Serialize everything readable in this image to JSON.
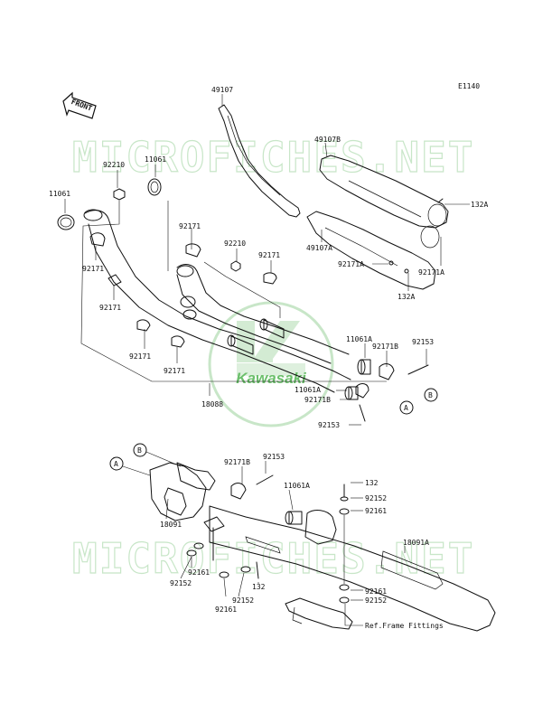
{
  "diagram_code": "E1140",
  "watermark": {
    "top": "MICROFICHES.NET",
    "bottom": "MICROFICHES.NET",
    "logo_text": "Kawasaki",
    "color": "#c8e6c8",
    "logo_color": "#6bbf6b"
  },
  "front_marker": "FRONT",
  "labels": {
    "p49107": "49107",
    "p49107B": "49107B",
    "p132A_1": "132A",
    "p49107A": "49107A",
    "p92171A_1": "92171A",
    "p92171A_2": "92171A",
    "p132A_2": "132A",
    "p92210_1": "92210",
    "p11061_1": "11061",
    "p11061_2": "11061",
    "p92171_1": "92171",
    "p92210_2": "92210",
    "p92171_2": "92171",
    "p92171_3": "92171",
    "p92171_4": "92171",
    "p92171_5": "92171",
    "p92171_6": "92171",
    "p11061A_1": "11061A",
    "p92171B_1": "92171B",
    "p92153_1": "92153",
    "p11061A_2": "11061A",
    "p92171B_2": "92171B",
    "p92153_2": "92153",
    "p18088": "18088",
    "callout_B1": "B",
    "callout_A1": "A",
    "callout_B2": "B",
    "callout_A2": "A",
    "p92171B_3": "92171B",
    "p92153_3": "92153",
    "p11061A_3": "11061A",
    "p132_1": "132",
    "p92152_1": "92152",
    "p92161_1": "92161",
    "p18091": "18091",
    "p18091A": "18091A",
    "p92161_2": "92161",
    "p92152_2": "92152",
    "p132_2": "132",
    "p92152_3": "92152",
    "p92161_3": "92161",
    "p92161_4": "92161",
    "p92152_4": "92152",
    "ref_frame": "Ref.Frame Fittings"
  }
}
